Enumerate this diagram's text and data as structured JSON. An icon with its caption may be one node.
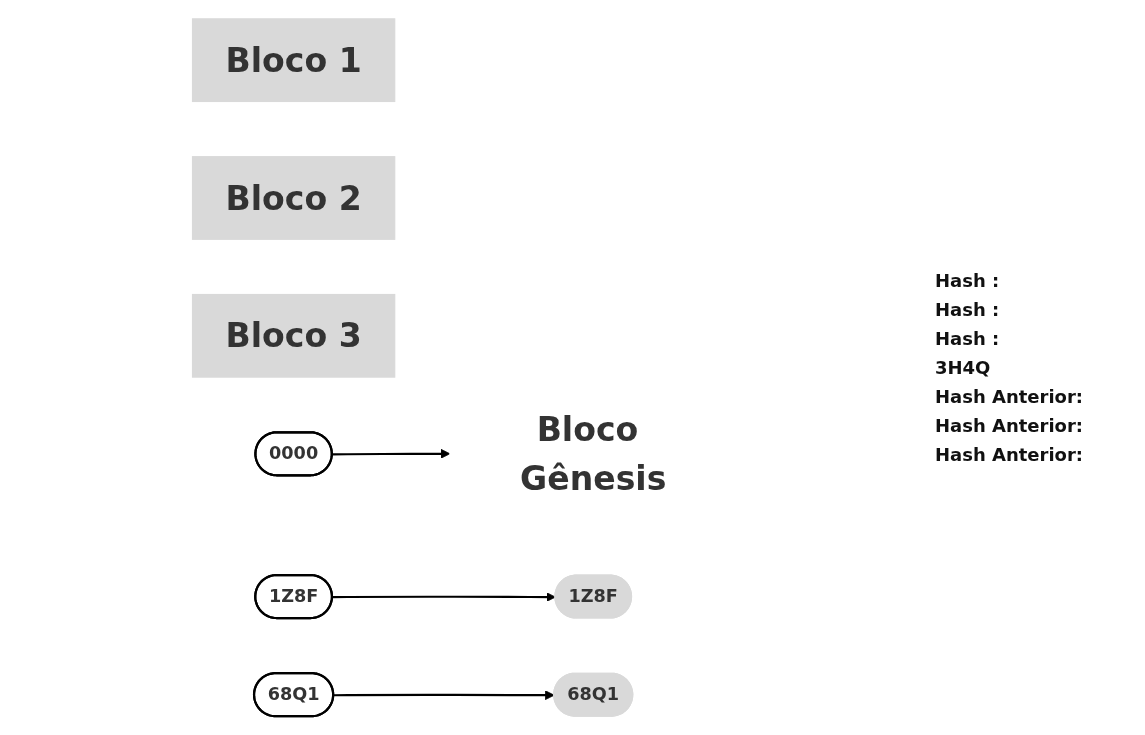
{
  "diagram": {
    "nodes": [
      {
        "text": [
          "Bloco Gênesis"
        ]
      },
      {
        "text": [
          "Bloco 1"
        ]
      },
      {
        "text": [
          "Bloco 2"
        ]
      },
      {
        "text": [
          "Bloco 3"
        ]
      },
      {
        "text": [
          "1Z8F"
        ]
      },
      {
        "text": [
          "68Q1"
        ]
      },
      {
        "text": [
          "0000"
        ]
      },
      {
        "text": [
          "1Z8F"
        ]
      },
      {
        "text": [
          "68Q1"
        ]
      }
    ],
    "edges": [
      {
        "from": 6,
        "to": 0,
        "arrow": "to"
      },
      {
        "from": 7,
        "to": 4,
        "arrow": "to"
      },
      {
        "from": 8,
        "to": 5,
        "arrow": "to"
      }
    ],
    "labels": [
      "Hash :",
      "Hash :",
      "Hash :",
      "3H4Q",
      "Hash Anterior:",
      "Hash Anterior:",
      "Hash Anterior:"
    ]
  }
}
